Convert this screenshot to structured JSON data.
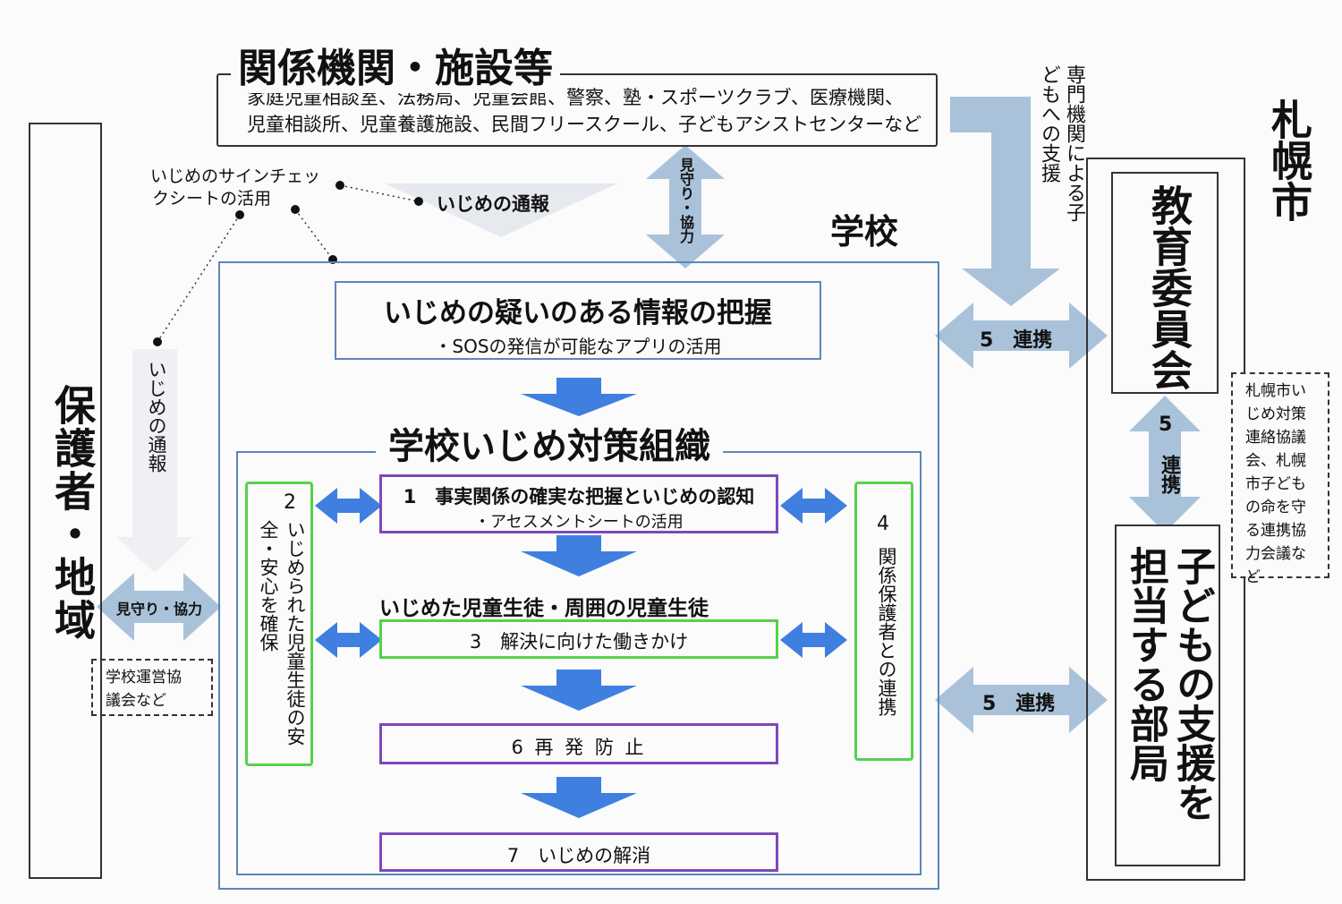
{
  "related_orgs": {
    "title": "関係機関・施設等",
    "line1": "家庭児童相談室、法務局、児童会館、警察、塾・スポーツクラブ、医療機関、",
    "line2": "児童相談所、児童養護施設、民間フリースクール、子どもアシストセンターなど"
  },
  "guardians": {
    "title": "保護者・地域",
    "council": "学校運営協議会など"
  },
  "school": {
    "label": "学校",
    "info_title": "いじめの疑いのある情報の把握",
    "info_sub": "・SOSの発信が可能なアプリの活用",
    "org_title": "学校いじめ対策組織",
    "step1": "1　事実関係の確実な把握といじめの認知",
    "step1_sub": "・アセスメントシートの活用",
    "step2_num": "2",
    "step2": "いじめられた児童生徒の安全・安心を確保",
    "step3_heading": "いじめた児童生徒・周囲の児童生徒",
    "step3": "3　解決に向けた働きかけ",
    "step4_num": "4",
    "step4": "関係保護者との連携",
    "step6": "6 再 発 防 止",
    "step7": "7　いじめの解消"
  },
  "annotations": {
    "checksheet_1": "いじめのサインチェッ",
    "checksheet_2": "クシートの活用",
    "report_top": "いじめの通報",
    "report_side": "いじめの通報",
    "watch_top": "見守り・協力",
    "watch_left": "見守り・協力",
    "specialist": "専門機関による子どもへの支援",
    "renkei_1": "5　連携",
    "renkei_2_num": "5",
    "renkei_2": "連携",
    "renkei_3": "5　連携"
  },
  "sapporo": {
    "title": "札幌市",
    "board": "教育委員会",
    "council": "札幌市いじめ対策連絡協議会、札幌市子どもの命を守る連携協力会議など",
    "support_dept": "子どもの支援を担当する部局"
  },
  "colors": {
    "blue_arrow": "#3f7fe0",
    "light_arrow": "#a9c2da",
    "purple": "#7f48b8",
    "green": "#56d14b",
    "frame_blue": "#5b87b8"
  }
}
